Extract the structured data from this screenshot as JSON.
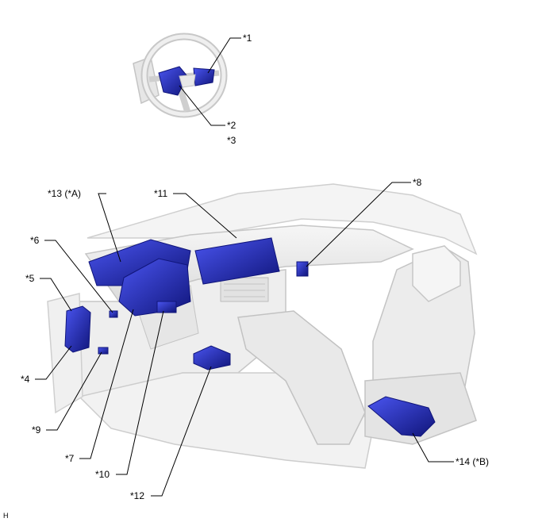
{
  "callouts": {
    "c1": "*1",
    "c2": "*2",
    "c3": "*3",
    "c4": "*4",
    "c5": "*5",
    "c6": "*6",
    "c7": "*7",
    "c8": "*8",
    "c9": "*9",
    "c10": "*10",
    "c11": "*11",
    "c12": "*12",
    "c13": "*13 (*A)",
    "c14": "*14 (*B)"
  },
  "corner_mark": "H",
  "colors": {
    "highlight": "#2a33d6",
    "highlight_dark": "#10157a",
    "body_outline": "#bdbdbd",
    "body_fill": "#efefef",
    "leader_line": "#000000"
  }
}
